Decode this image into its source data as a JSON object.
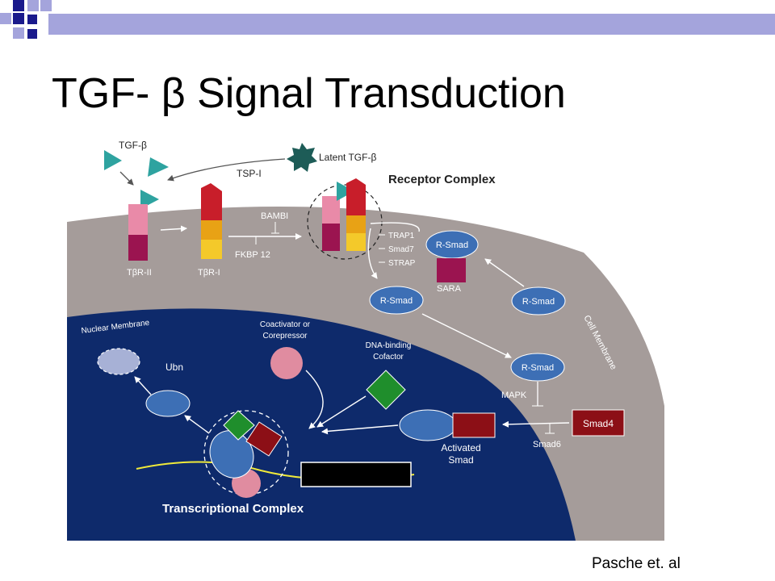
{
  "slide": {
    "title": "TGF- β Signal Transduction",
    "citation": "Pasche et. al"
  },
  "colors": {
    "accent_navy": "#1a1a8c",
    "accent_lavender": "#a4a4dc",
    "membrane_gray": "#a59c9a",
    "nucleus_navy": "#0e2a6b",
    "receptor_red": "#c81e2a",
    "receptor_maroon": "#9b1450",
    "receptor_orange": "#e8a215",
    "receptor_yellow": "#f4c92a",
    "receptor_pink": "#e98aa8",
    "ligand_teal": "#2ea3a0",
    "latent_teal": "#1d5c57",
    "smad_blue": "#3d6fb5",
    "smad4_red": "#8c0f16",
    "cofactor_green": "#1f8e2c",
    "coactivator_pink": "#e08ca0",
    "dna_yellow": "#f0ea3a"
  },
  "diagram": {
    "labels": {
      "tgf_beta": "TGF-β",
      "latent_tgf_beta": "Latent TGF-β",
      "tsp1": "TSP-I",
      "receptor_complex": "Receptor Complex",
      "bambi": "BAMBI",
      "fkbp12": "FKBP 12",
      "tbr2": "TβR-II",
      "tbr1": "TβR-I",
      "trap1": "TRAP1",
      "smad7": "Smad7",
      "strap": "STRAP",
      "sara": "SARA",
      "cell_membrane": "Cell Membrane",
      "nuclear_membrane": "Nuclear Membrane",
      "coactivator": "Coactivator or",
      "corepressor": "Corepressor",
      "dna_binding": "DNA-binding",
      "cofactor": "Cofactor",
      "ubn": "Ubn",
      "mapk": "MAPK",
      "smad6": "Smad6",
      "activated": "Activated",
      "smad": "Smad",
      "transcriptional_complex": "Transcriptional Complex"
    },
    "smads": {
      "r_smad": "R-Smad",
      "smad4": "Smad4"
    }
  }
}
